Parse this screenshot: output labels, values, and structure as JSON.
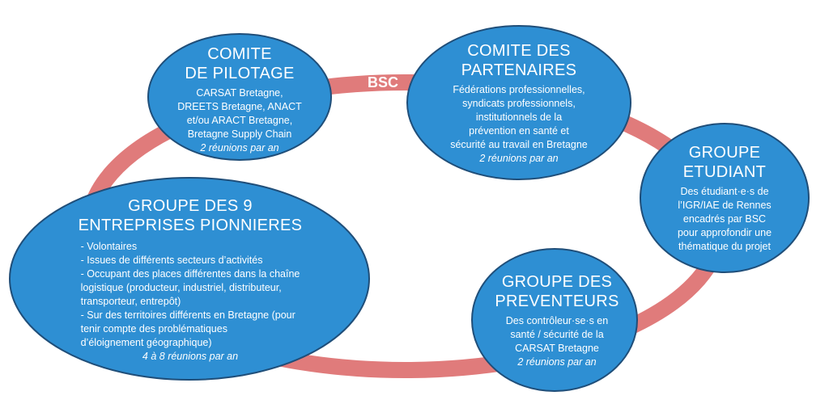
{
  "center_label": "BSC",
  "colors": {
    "ring": "#e07b7b",
    "bubble": "#2e8fd3",
    "border": "#1f4e79",
    "text": "#ffffff"
  },
  "pilotage": {
    "title_1": "COMITE",
    "title_2": "DE PILOTAGE",
    "body": [
      "CARSAT Bretagne,",
      "DREETS Bretagne, ANACT",
      "et/ou ARACT Bretagne,",
      "Bretagne Supply Chain"
    ],
    "freq": "2 réunions par an"
  },
  "partenaires": {
    "title_1": "COMITE DES",
    "title_2": "PARTENAIRES",
    "body": [
      "Fédérations professionnelles,",
      "syndicats professionnels,",
      "institutionnels de la",
      "prévention en santé et",
      "sécurité au travail en Bretagne"
    ],
    "freq": "2 réunions par an"
  },
  "etudiant": {
    "title_1": "GROUPE",
    "title_2": "ETUDIANT",
    "body": [
      "Des étudiant·e·s de",
      "l’IGR/IAE de Rennes",
      "encadrés par BSC",
      "pour approfondir une",
      "thématique du projet"
    ]
  },
  "entreprises": {
    "title_1": "GROUPE DES 9",
    "title_2": "ENTREPRISES PIONNIERES",
    "items": [
      "- Volontaires",
      "- Issues de différents secteurs d’activités",
      "- Occupant des places différentes dans la chaîne\nlogistique (producteur, industriel, distributeur,\ntransporteur, entrepôt)",
      "- Sur des territoires différents en Bretagne (pour\ntenir compte des problématiques\nd’éloignement géographique)"
    ],
    "freq": "4 à 8 réunions par an"
  },
  "preventeurs": {
    "title_1": "GROUPE DES",
    "title_2": "PREVENTEURS",
    "body": [
      "Des contrôleur·se·s en",
      "santé / sécurité de la",
      "CARSAT Bretagne"
    ],
    "freq": "2 réunions par an"
  }
}
